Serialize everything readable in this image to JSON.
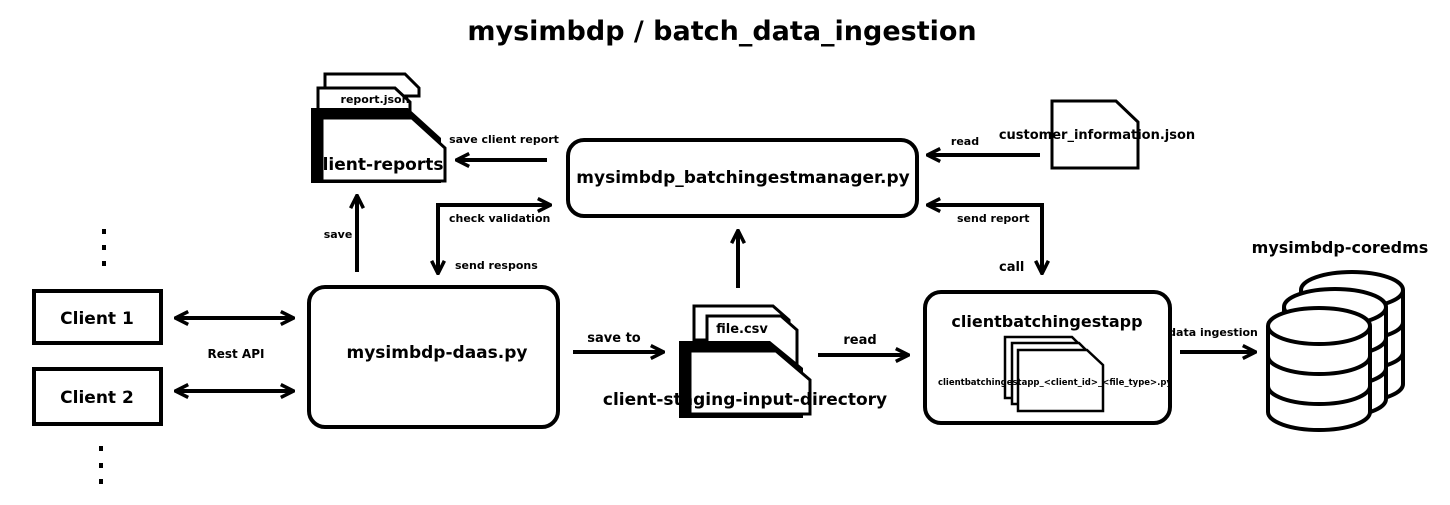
{
  "title": "mysimbdp / batch_data_ingestion",
  "clients": {
    "client1": "Client 1",
    "client2": "Client 2",
    "api_label": "Rest API"
  },
  "nodes": {
    "daas": "mysimbdp-daas.py",
    "manager": "mysimbdp_batchingestmanager.py",
    "batchapp": "clientbatchingestapp",
    "batchapp_instance": "clientbatchingestapp_<client_id>_<file_type>.py",
    "coredms": "mysimbdp-coredms"
  },
  "files": {
    "reports_store": "client-reports",
    "report_file": "report.json",
    "staging_store": "client-staging-input-directory",
    "staging_file": "file.csv",
    "customer_info": "customer_information.json"
  },
  "edges": {
    "save": "save",
    "save_client_report": "save client report",
    "check_validation": "check validation",
    "send_respons": "send respons",
    "save_to": "save to",
    "read_staging": "read",
    "read_customer": "read",
    "send_report": "send report",
    "call": "call",
    "data_ingestion": "data ingestion"
  }
}
